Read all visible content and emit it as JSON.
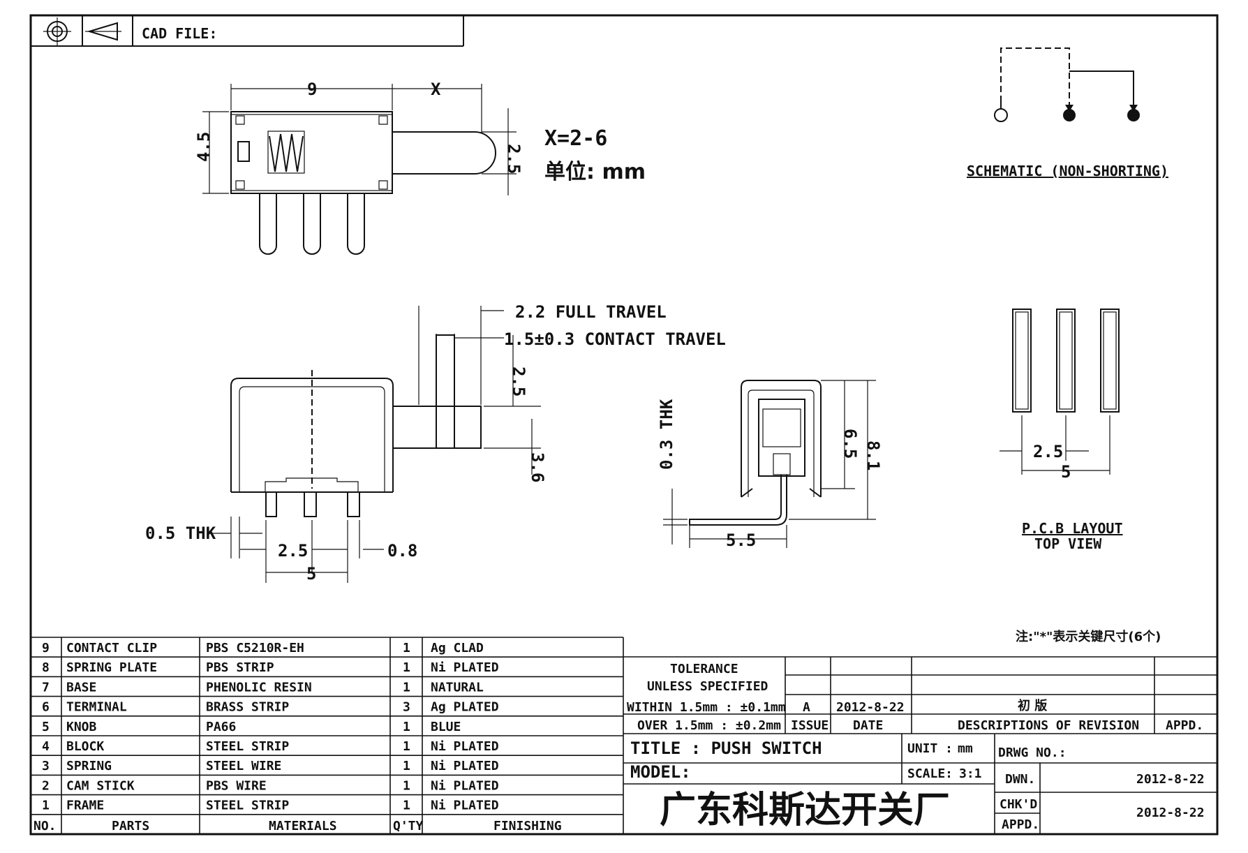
{
  "header": {
    "cad_file_label": "CAD FILE:"
  },
  "notes": {
    "x_range": "X=2-6",
    "unit": "单位: mm",
    "key_dims_note": "注:\"*\"表示关键尺寸(6个)"
  },
  "top_view": {
    "dim_length": "9",
    "dim_x": "X",
    "dim_height": "4.5",
    "dim_knob": "2.5"
  },
  "side_view": {
    "full_travel": "2.2 FULL TRAVEL",
    "contact_travel": "1.5±0.3 CONTACT TRAVEL",
    "dim_knob_height": "2.5",
    "dim_offset": "3.6",
    "thk": "0.5 THK",
    "pitch": "2.5",
    "pin_width": "0.8",
    "span": "5"
  },
  "end_view": {
    "thk": "0.3 THK",
    "dim_a": "6.5",
    "dim_b": "8.1",
    "dim_c": "5.5"
  },
  "schematic": {
    "label": "SCHEMATIC (NON-SHORTING)"
  },
  "pcb": {
    "pitch": "2.5",
    "span": "5",
    "label1": "P.C.B LAYOUT",
    "label2": "TOP VIEW"
  },
  "bom": {
    "header": {
      "no": "NO.",
      "parts": "PARTS",
      "materials": "MATERIALS",
      "qty": "Q'TY",
      "finishing": "FINISHING"
    },
    "rows": [
      {
        "no": "9",
        "part": "CONTACT CLIP",
        "material": "PBS C5210R-EH",
        "qty": "1",
        "finish": "Ag CLAD"
      },
      {
        "no": "8",
        "part": "SPRING PLATE",
        "material": "PBS STRIP",
        "qty": "1",
        "finish": "Ni PLATED"
      },
      {
        "no": "7",
        "part": "BASE",
        "material": "PHENOLIC RESIN",
        "qty": "1",
        "finish": "NATURAL"
      },
      {
        "no": "6",
        "part": "TERMINAL",
        "material": "BRASS STRIP",
        "qty": "3",
        "finish": "Ag PLATED"
      },
      {
        "no": "5",
        "part": "KNOB",
        "material": "PA66",
        "qty": "1",
        "finish": "BLUE"
      },
      {
        "no": "4",
        "part": "BLOCK",
        "material": "STEEL STRIP",
        "qty": "1",
        "finish": "Ni PLATED"
      },
      {
        "no": "3",
        "part": "SPRING",
        "material": "STEEL WIRE",
        "qty": "1",
        "finish": "Ni PLATED"
      },
      {
        "no": "2",
        "part": "CAM STICK",
        "material": "PBS WIRE",
        "qty": "1",
        "finish": "Ni PLATED"
      },
      {
        "no": "1",
        "part": "FRAME",
        "material": "STEEL STRIP",
        "qty": "1",
        "finish": "Ni PLATED"
      }
    ]
  },
  "revision": {
    "tolerance1": "TOLERANCE",
    "tolerance2": "UNLESS SPECIFIED",
    "within": "WITHIN 1.5mm : ±0.1mm",
    "over": "OVER 1.5mm : ±0.2mm",
    "issue": "A",
    "date": "2012-8-22",
    "description": "初 版",
    "h_issue": "ISSUE",
    "h_date": "DATE",
    "h_desc": "DESCRIPTIONS OF REVISION",
    "h_appd": "APPD."
  },
  "title_block": {
    "title": "TITLE : PUSH SWITCH",
    "unit_label": "UNIT :",
    "unit_value": "mm",
    "drwg_no": "DRWG NO.:",
    "model": "MODEL:",
    "scale_label": "SCALE:",
    "scale_value": "3:1",
    "dwn": "DWN.",
    "dwn_date": "2012-8-22",
    "chkd": "CHK'D",
    "appd": "APPD.",
    "chk_date": "2012-8-22",
    "company": "广东科斯达开关厂"
  }
}
